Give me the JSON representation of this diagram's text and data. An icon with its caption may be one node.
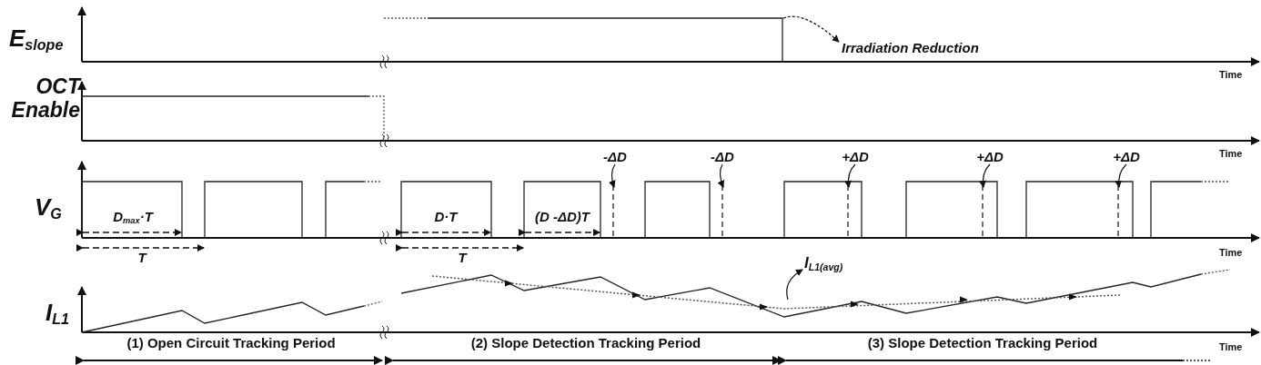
{
  "diagram": {
    "nodes": [
      {
        "text": [
          "Irradiation Reduction"
        ]
      },
      {
        "text": [
          "-ΔD"
        ]
      },
      {
        "text": [
          "-ΔD"
        ]
      },
      {
        "text": [
          "+ΔD"
        ]
      },
      {
        "text": [
          "+ΔD"
        ]
      },
      {
        "text": [
          "+ΔD"
        ]
      },
      {
        "text": [
          "I$_{L1(avg)}$"
        ]
      },
      {
        "text": [],
        "shape": "line"
      }
    ],
    "edges": [
      {
        "from": 7,
        "to": 0,
        "arrow": "to",
        "style": "dashed"
      },
      {
        "from": 1,
        "to": null,
        "arrow": "to"
      },
      {
        "from": 2,
        "to": null,
        "arrow": "to"
      },
      {
        "from": 3,
        "to": null,
        "arrow": "to"
      },
      {
        "from": 4,
        "to": null,
        "arrow": "to"
      },
      {
        "from": 5,
        "to": null,
        "arrow": "to"
      },
      {
        "from": null,
        "to": 6,
        "arrow": "to"
      }
    ],
    "labels": [
      "E$_{slope}$",
      "Time",
      "OCT Enable",
      "Time",
      "V$_{G}$",
      "D$_{max}$·T",
      "T",
      "D·T",
      "T",
      "(D -ΔD)T",
      "Time",
      "I$_{L1}$",
      "(1) Open Circuit Tracking Period",
      "(2) Slope Detection Tracking Period",
      "(3) Slope Detection Tracking Period",
      "Time"
    ]
  }
}
